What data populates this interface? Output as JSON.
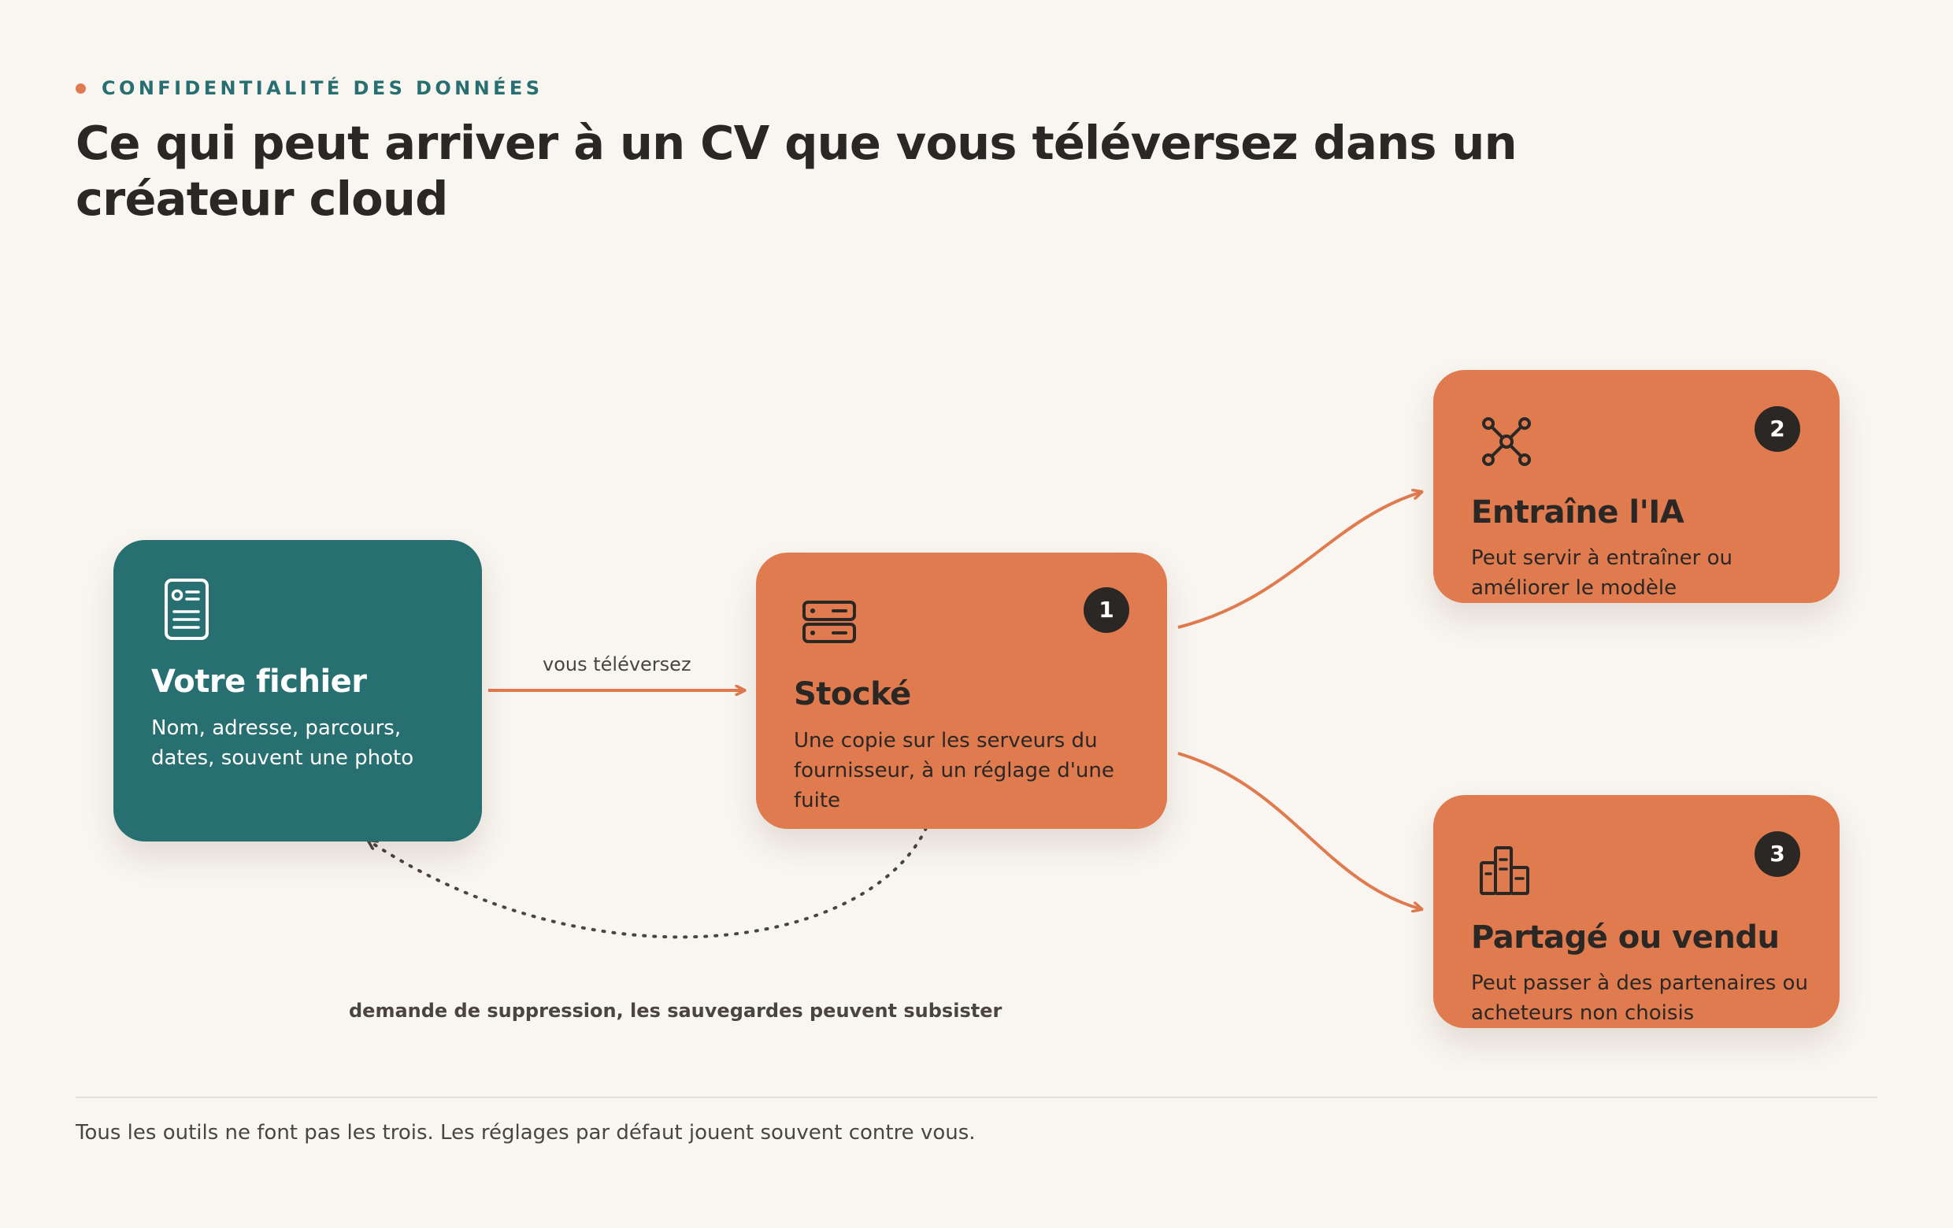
{
  "header": {
    "eyebrow": "CONFIDENTIALITÉ DES DONNÉES",
    "title": "Ce qui peut arriver à un CV que vous téléversez dans un créateur cloud"
  },
  "nodes": {
    "file": {
      "title": "Votre fichier",
      "description": "Nom, adresse, parcours, dates, souvent une photo",
      "icon": "document-icon"
    },
    "stored": {
      "badge": "1",
      "title": "Stocké",
      "description": "Une copie sur les serveurs du fournisseur, à un réglage d'une fuite",
      "icon": "server-icon"
    },
    "ai": {
      "badge": "2",
      "title": "Entraîne l'IA",
      "description": "Peut servir à entraîner ou améliorer le modèle",
      "icon": "network-icon"
    },
    "shared": {
      "badge": "3",
      "title": "Partagé ou vendu",
      "description": "Peut passer à des partenaires ou acheteurs non choisis",
      "icon": "buildings-icon"
    }
  },
  "edges": {
    "upload_label": "vous téléversez",
    "deletion_label": "demande de suppression, les sauvegardes peuvent subsister"
  },
  "footer": {
    "note": "Tous les outils ne font pas les trois. Les réglages par défaut jouent souvent contre vous."
  },
  "colors": {
    "accent_orange": "#e07b4f",
    "teal": "#276f70",
    "background": "#f9f5f0",
    "ink": "#2a2724"
  }
}
